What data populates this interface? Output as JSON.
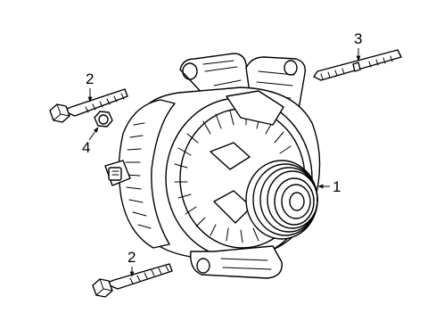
{
  "callouts": {
    "c1": "1",
    "c2a": "2",
    "c2b": "2",
    "c3": "3",
    "c4": "4"
  },
  "parts": {
    "alternator": "alternator-assembly-icon",
    "bolt": "bolt-icon",
    "stud": "stud-icon",
    "nut": "nut-icon"
  },
  "colors": {
    "line": "#000000",
    "background": "#ffffff"
  }
}
